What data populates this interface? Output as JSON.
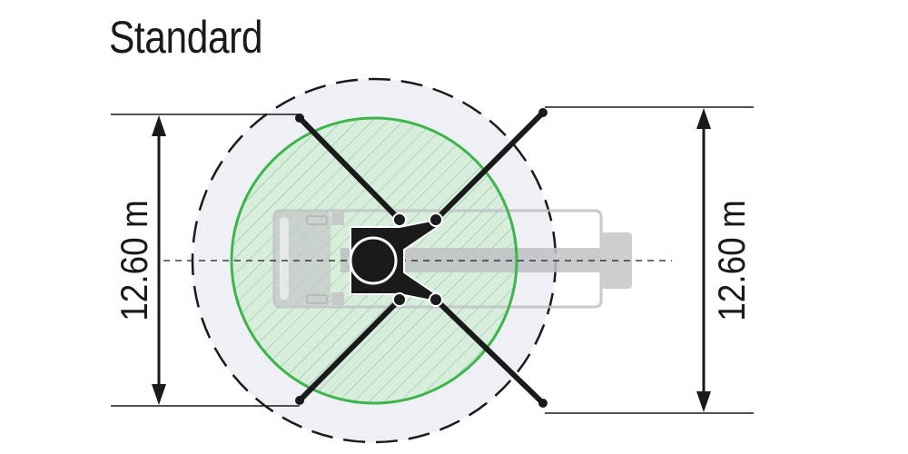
{
  "title": "Standard",
  "dimensions": {
    "left_label": "12.60 m",
    "right_label": "12.60 m"
  },
  "colors": {
    "green_circle": "#3db54a",
    "green_fill": "#d6eedb",
    "outer_fill": "#eef0f5",
    "outrigger": "#1a1a1a",
    "vehicle": "#c4c6c8"
  }
}
